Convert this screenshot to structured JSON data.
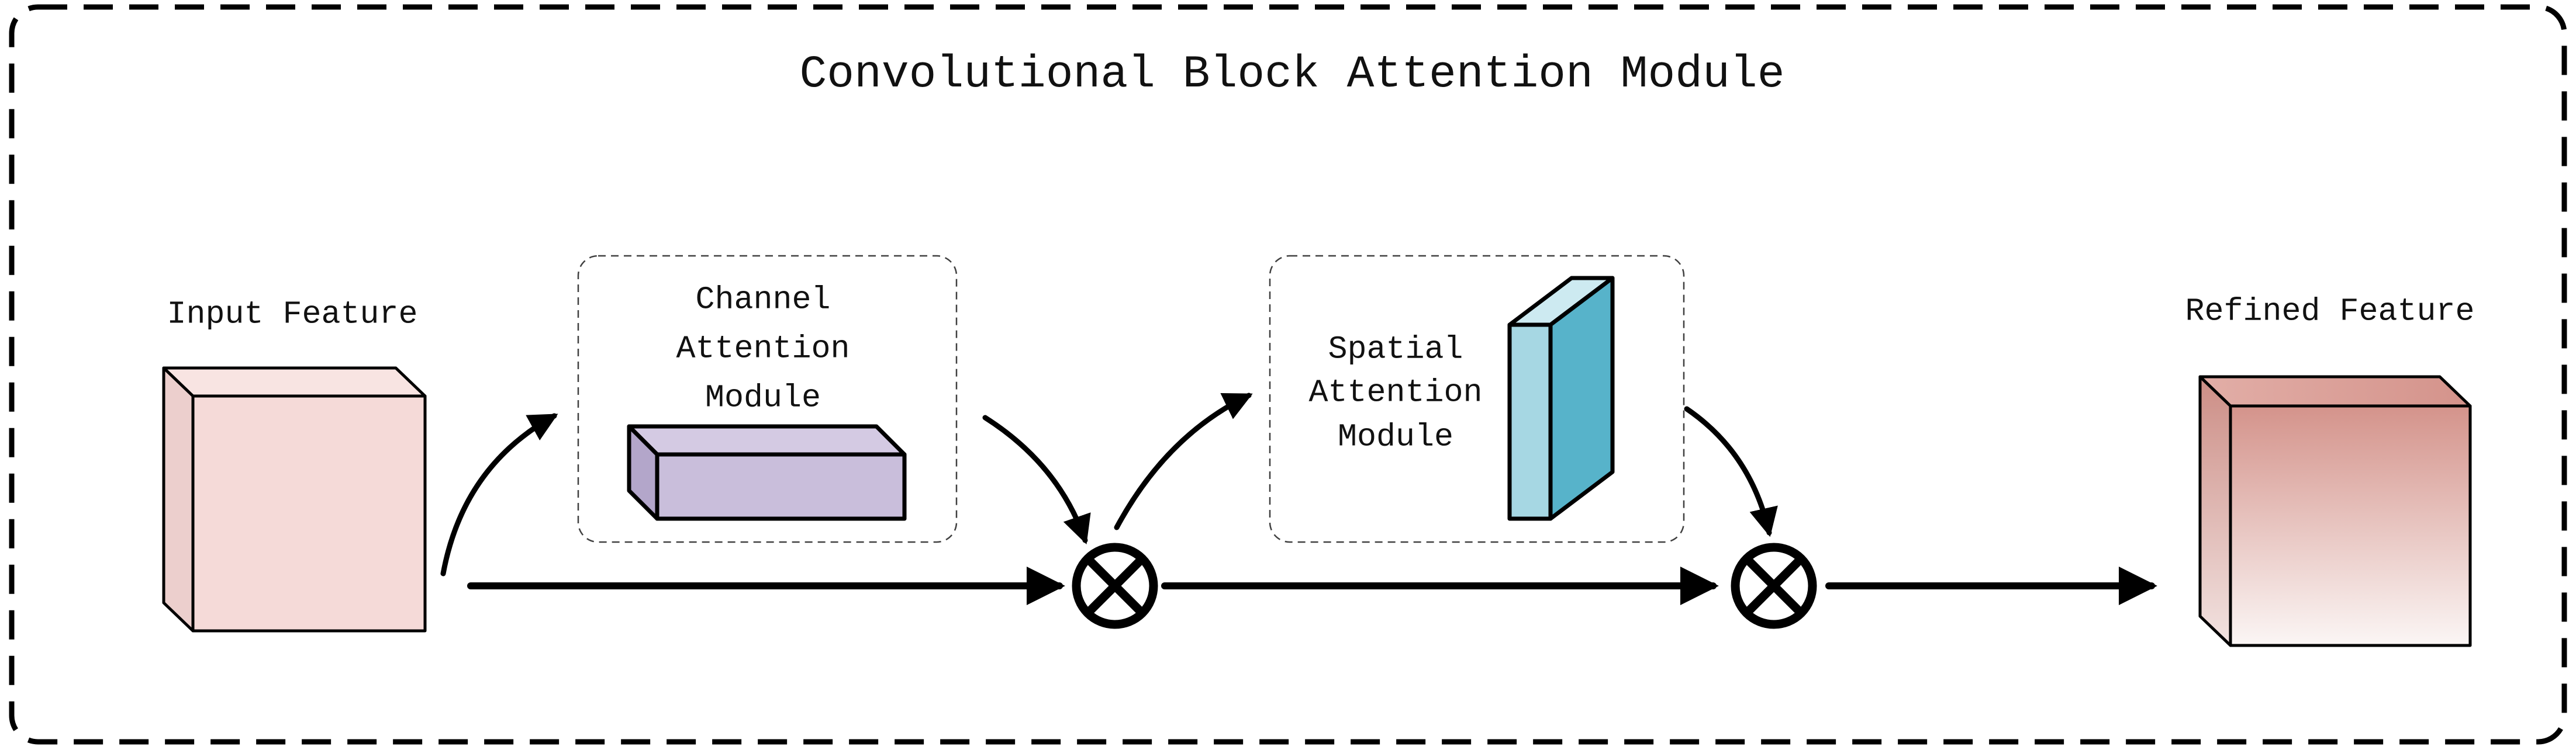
{
  "diagram": {
    "title": "Convolutional Block Attention Module",
    "input_feature": {
      "label": "Input Feature"
    },
    "refined_feature": {
      "label": "Refined Feature"
    },
    "channel_module": {
      "lines": [
        "Channel",
        "Attention",
        "Module"
      ]
    },
    "spatial_module": {
      "lines": [
        "Spatial",
        "Attention",
        "Module"
      ]
    },
    "operators": {
      "multiply_1": "circled-times element-wise multiplication",
      "multiply_2": "circled-times element-wise multiplication",
      "multiply_glyph": "⊗"
    },
    "colors": {
      "ink": "#000000",
      "module_border": "#404040",
      "input_front": "#f5dad8",
      "input_top": "#f8e4e2",
      "input_side": "#eccfcd",
      "channel_front": "#c9bedb",
      "channel_top": "#d4cae3",
      "channel_side": "#b3a6ca",
      "spatial_front": "#a6d7e3",
      "spatial_top": "#cdeaf1",
      "spatial_side": "#57b3ca",
      "refined_front_start": "#d4938b",
      "refined_front_end": "#fbf6f5",
      "refined_top_start": "#e2aea7",
      "refined_top_end": "#d4938b",
      "refined_side_start": "#cc8d85",
      "refined_side_end": "#f2e3e1"
    }
  }
}
